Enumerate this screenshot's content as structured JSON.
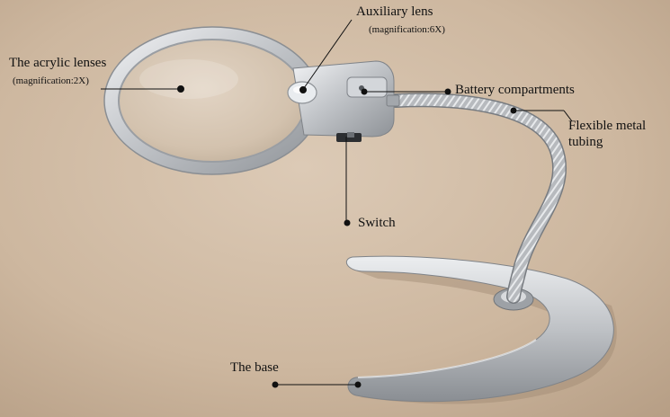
{
  "labels": {
    "acrylic_lenses": "The acrylic lenses",
    "acrylic_magnification": "(magnification:2X)",
    "auxiliary_lens": "Auxiliary lens",
    "auxiliary_magnification": "(magnification:6X)",
    "battery": "Battery compartments",
    "flexible_line1": "Flexible metal",
    "flexible_line2": "tubing",
    "switch": "Switch",
    "base": "The base"
  },
  "colors": {
    "background": "#c9b49c",
    "metal": "#b9bcc0",
    "callout": "#111111"
  }
}
